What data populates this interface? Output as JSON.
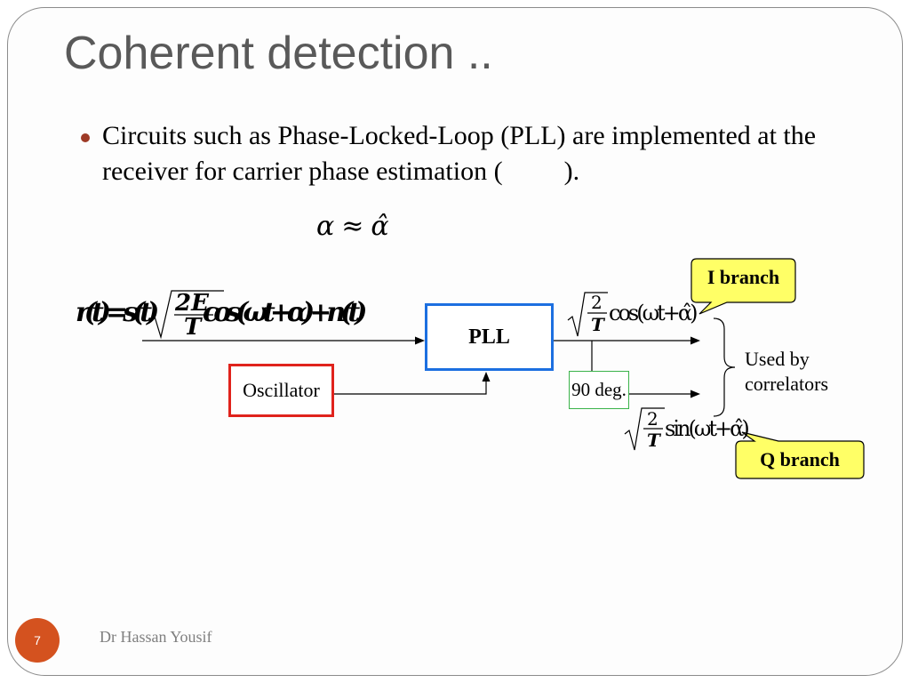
{
  "slide": {
    "title": "Coherent detection ..",
    "bullet": {
      "line1": "Circuits such as Phase-Locked-Loop (PLL) are implemented at the",
      "line2_start": "receiver for carrier phase estimation (",
      "line2_end": ")."
    },
    "estimate_equation": {
      "lhs": "α",
      "relation": "≈",
      "rhs": "α̂"
    },
    "footer": {
      "page_number": "7",
      "author": "Dr Hassan Yousif"
    }
  },
  "diagram": {
    "received_signal": {
      "lhs": "r(t)=s(t)",
      "sqrt_numerator": "2E",
      "sqrt_denominator": "T",
      "rhs": "cos(ωt+α)+n(t)"
    },
    "pll": {
      "label": "PLL"
    },
    "oscillator": {
      "label": "Oscillator"
    },
    "phase_shifter": {
      "label": "90 deg."
    },
    "i_reference": {
      "sqrt_numerator": "2",
      "sqrt_denominator": "T",
      "function": "cos(ωt+α̂)"
    },
    "q_reference": {
      "sqrt_numerator": "2",
      "sqrt_denominator": "T",
      "function": "sin(ωt+α̂)"
    },
    "correlators_note": {
      "line1": "Used by",
      "line2": "correlators"
    },
    "callouts": {
      "i_branch": "I branch",
      "q_branch": "Q branch"
    }
  },
  "colors": {
    "title_text": "#595959",
    "bullet_dot": "#9e3a26",
    "frame_border": "#8c8c8c",
    "pll_border": "#1c6fe0",
    "oscillator_border": "#e0231c",
    "phase_shift_border": "#3bb34a",
    "callout_fill": "#ffff66",
    "page_badge": "#d4521f",
    "footer_text": "#7f7f7f"
  }
}
